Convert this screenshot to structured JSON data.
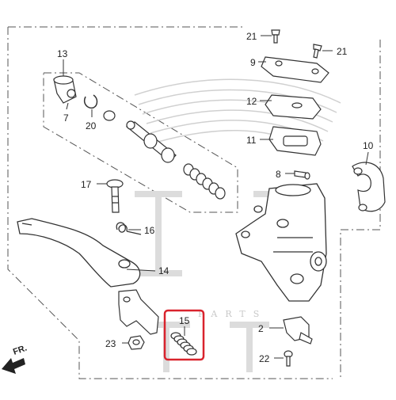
{
  "diagram": {
    "callouts": {
      "c2": "2",
      "c7": "7",
      "c8": "8",
      "c9": "9",
      "c10": "10",
      "c11": "11",
      "c12": "12",
      "c13": "13",
      "c14": "14",
      "c15": "15",
      "c16": "16",
      "c17": "17",
      "c20": "20",
      "c21a": "21",
      "c21b": "21",
      "c22": "22",
      "c23": "23"
    },
    "direction_label": "FR.",
    "watermark_text": "PARTS",
    "highlighted_part": "15",
    "colors": {
      "line": "#333333",
      "highlight": "#d9232d",
      "watermark": "#c8c8c8"
    }
  }
}
